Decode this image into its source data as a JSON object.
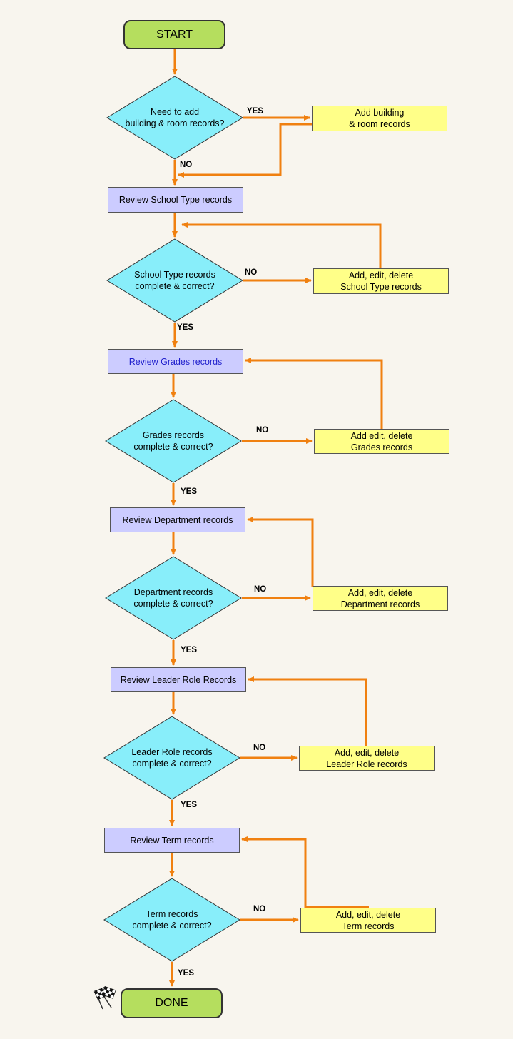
{
  "start": "START",
  "done": "DONE",
  "decision_building": "Need to add\nbuilding & room records?",
  "action_building": "Add building\n& room records",
  "review_school_type": "Review School Type records",
  "decision_school_type": "School Type records\ncomplete & correct?",
  "action_school_type": "Add, edit, delete\nSchool Type records",
  "review_grades": "Review Grades records",
  "decision_grades": "Grades records\ncomplete & correct?",
  "action_grades": "Add edit, delete\nGrades records",
  "review_department": "Review Department records",
  "decision_department": "Department records\ncomplete & correct?",
  "action_department": "Add, edit, delete\nDepartment records",
  "review_leader_role": "Review Leader Role Records",
  "decision_leader_role": "Leader Role records\ncomplete & correct?",
  "action_leader_role": "Add, edit, delete\nLeader Role records",
  "review_term": "Review Term records",
  "decision_term": "Term records\ncomplete & correct?",
  "action_term": "Add, edit, delete\nTerm records",
  "labels": {
    "yes": "YES",
    "no": "NO"
  },
  "colors": {
    "arrow": "#f08010",
    "terminal": "#b5de5e",
    "decision": "#88eefa",
    "process": "#ccccff",
    "action": "#ffff88",
    "background": "#f8f5ee"
  },
  "icons": {
    "finish": "checkered-flag-icon"
  }
}
